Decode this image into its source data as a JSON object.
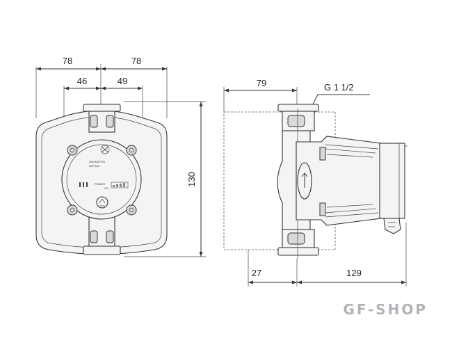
{
  "dimensions": {
    "left_width_left": "78",
    "left_width_right": "78",
    "left_inner_left": "46",
    "left_inner_right": "49",
    "height": "130",
    "side_depth": "79",
    "thread_label": "G 1 1/2",
    "side_offset": "27",
    "side_length": "129"
  },
  "nameplate": {
    "brand": "GRUNDFOS",
    "model": "ALPHA2",
    "power_label": "POWER",
    "power_sub": "ON"
  },
  "watermark": "GF-SHOP",
  "colors": {
    "lines": "#333333",
    "watermark": "#b0b4b8"
  }
}
